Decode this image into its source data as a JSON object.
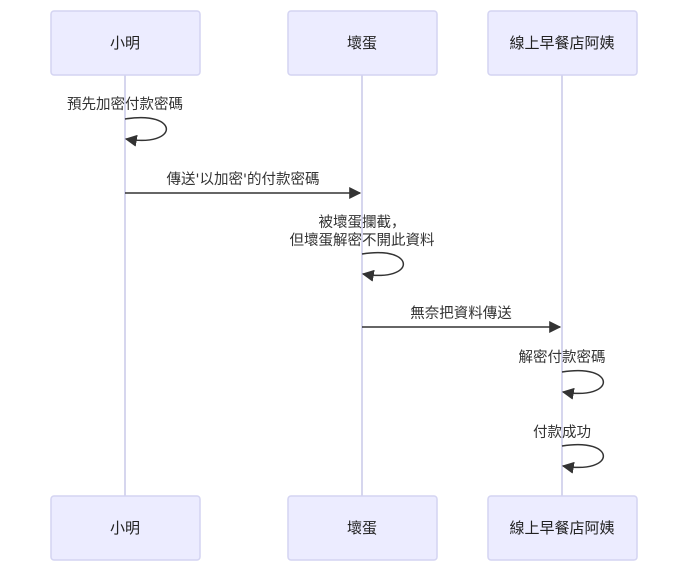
{
  "diagram": {
    "type": "sequence",
    "participants": [
      {
        "id": "xiaoming",
        "label": "小明"
      },
      {
        "id": "huaidan",
        "label": "壞蛋"
      },
      {
        "id": "ayi",
        "label": "線上早餐店阿姨"
      }
    ],
    "messages": [
      {
        "from": "xiaoming",
        "to": "xiaoming",
        "lines": [
          "預先加密付款密碼"
        ]
      },
      {
        "from": "xiaoming",
        "to": "huaidan",
        "lines": [
          "傳送'以加密'的付款密碼"
        ]
      },
      {
        "from": "huaidan",
        "to": "huaidan",
        "lines": [
          "被壞蛋攔截，",
          "但壞蛋解密不開此資料"
        ]
      },
      {
        "from": "huaidan",
        "to": "ayi",
        "lines": [
          "無奈把資料傳送"
        ]
      },
      {
        "from": "ayi",
        "to": "ayi",
        "lines": [
          "解密付款密碼"
        ]
      },
      {
        "from": "ayi",
        "to": "ayi",
        "lines": [
          "付款成功"
        ]
      }
    ],
    "colors": {
      "actor_fill": "#ececff",
      "actor_border": "#d4d4f2",
      "lifeline": "#c8c8e8",
      "arrow": "#333333"
    }
  }
}
